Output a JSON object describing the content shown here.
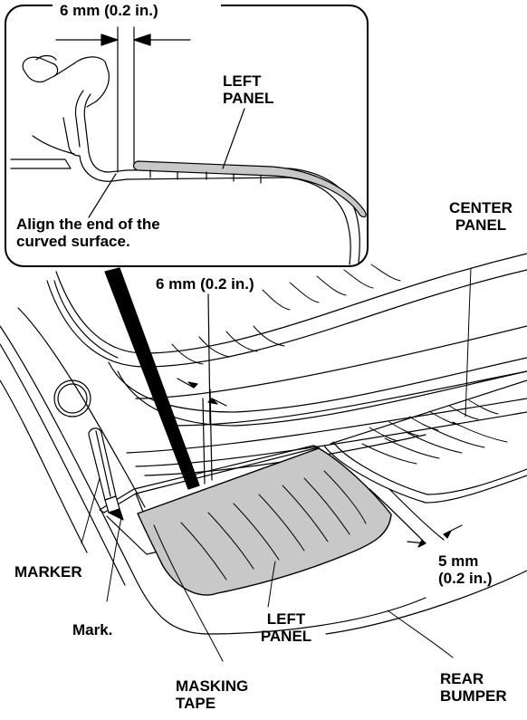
{
  "callouts": {
    "inset_gap": "6 mm (0.2 in.)",
    "inset_left_panel": [
      "LEFT",
      "PANEL"
    ],
    "inset_note": [
      "Align the end of the",
      "curved surface."
    ],
    "center_panel": [
      "CENTER",
      "PANEL"
    ],
    "main_gap": "6 mm (0.2 in.)",
    "marker": "MARKER",
    "mark": "Mark.",
    "left_panel": [
      "LEFT",
      "PANEL"
    ],
    "masking_tape": [
      "MASKING",
      "TAPE"
    ],
    "side_gap": [
      "5 mm",
      "(0.2 in.)"
    ],
    "rear_bumper": [
      "REAR",
      "BUMPER"
    ]
  },
  "colors": {
    "line": "#000000",
    "panel_fill": "#c8c8c8",
    "background": "#ffffff"
  }
}
